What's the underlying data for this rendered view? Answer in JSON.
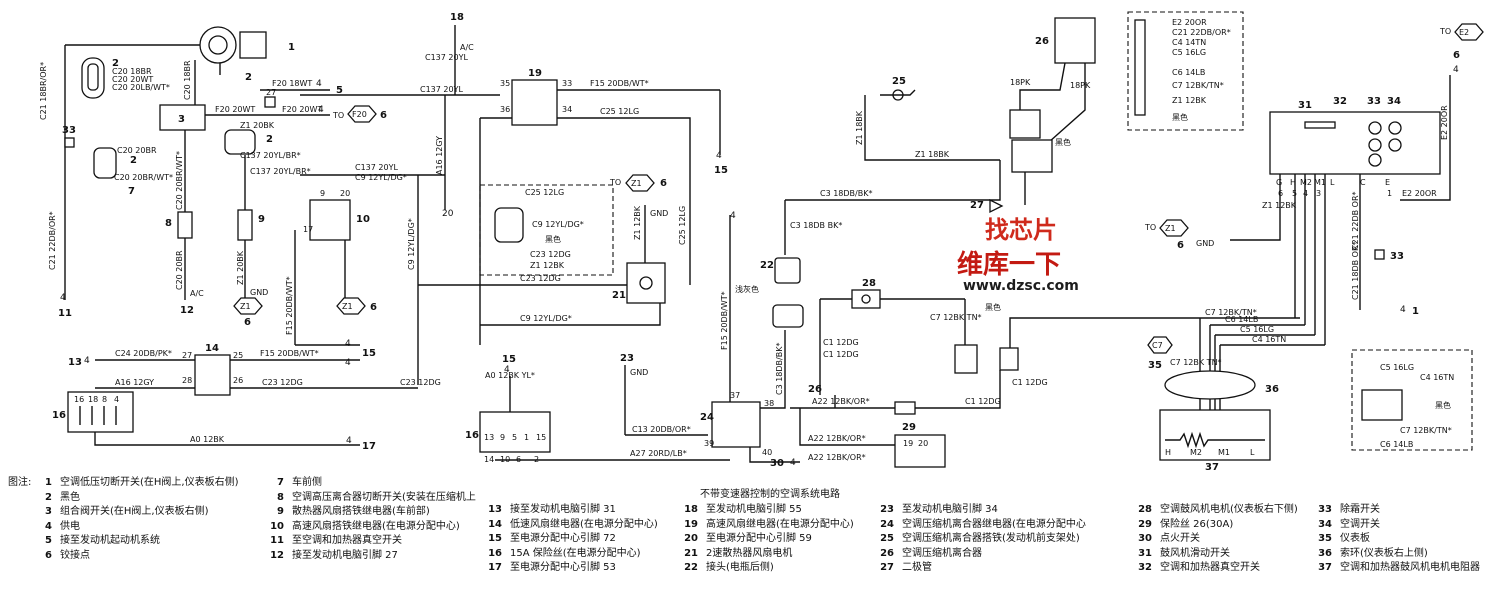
{
  "diagram": {
    "center_caption": "不带变速器控制的空调系统电路",
    "wires": {
      "c21_18br_or": "C21 18BR/OR*",
      "c20_18br": "C20 18BR",
      "c20_20wt": "C20 20WT",
      "c20_20lb_wt": "C20 20LB/WT*",
      "c20_18br_b": "C20 18BR",
      "f20_18wt": "F20 18WT",
      "f20_20wt_a": "F20 20WT",
      "f20_20wt_b": "F20 20WT",
      "z1_20bk": "Z1 20BK",
      "c137_20yl_br": "C137 20YL/BR*",
      "c137_20yl_a": "C137 20YL",
      "c137_20yl_b": "C137 20YL",
      "c137_20yl_c": "C137 20YL",
      "c137_20yl_br_b": "C137 20YL/BR*",
      "c9_12yl_dg": "C9 12YL/DG*",
      "c20_20br": "C20 20BR",
      "c20_20br_wt": "C20 20BR/WT*",
      "c20_20br_wt_b": "C20 20BR/WT*",
      "c21_22db_or": "C21 22DB/OR*",
      "c20_20br_c": "C20 20BR",
      "z1_20bk_b": "Z1 20BK",
      "ac_a": "A/C",
      "ac_b": "A/C",
      "gnd_a": "GND",
      "f15_20db_wt_v": "F15 20DB/WT*",
      "a16_12gy": "A16 12GY",
      "c9_12yl_dg_v": "C9 12YL/DG*",
      "f15_20db_wt_top": "F15 20DB/WT*",
      "c25_12lg": "C25 12LG",
      "c25_12lg_b": "C25 12LG",
      "c9_12yl_dg_b": "C9 12YL/DG*",
      "black_a": "黑色",
      "c23_12dg": "C23 12DG",
      "z1_12bk": "Z1 12BK",
      "z1_12bk_v": "Z1 12BK",
      "gnd_b": "GND",
      "c25_12lg_v": "C25 12LG",
      "c23_12dg_h": "C23 12DG",
      "c9_12yl_dg_h": "C9 12YL/DG*",
      "c24_20db_pk": "C24 20DB/PK*",
      "f15_20db_wt_h": "F15 20DB/WT*",
      "a16_12gy_b": "A16 12GY",
      "c23_12dg_b": "C23 12DG",
      "c23_12dg_c": "C23 12DG",
      "a0_12bk": "A0 12BK",
      "a0_12bk_yl": "A0 12BK YL*",
      "gnd_c": "GND",
      "c13_20db_or": "C13 20DB/OR*",
      "a27_20rd_lb": "A27 20RD/LB*",
      "f15_20db_wt_d": "F15 20DB/WT*",
      "c3_18db_bk": "C3 18DB/BK*",
      "c3_18db_bk_v": "C3 18DB BK*",
      "c3_18db_bk_b": "C3 18DB/BK*",
      "gray_a": "浅灰色",
      "z1_18bk": "Z1 18BK",
      "z1_18bk_h": "Z1 18BK",
      "pk_18": "18PK",
      "pk_18_b": "18PK",
      "black_b": "黑色",
      "c1_12dg": "C1 12DG",
      "c1_12dg_b": "C1 12DG",
      "c1_12dg_c": "C1 12DG",
      "c1_12dg_d": "C1 12DG",
      "c7_12bk_tn": "C7 12BK TN*",
      "black_c": "黑色",
      "a22_12bk_or_a": "A22 12BK/OR*",
      "a22_12bk_or_b": "A22 12BK/OR*",
      "a22_12bk_or_c": "A22 12BK/OR*",
      "c7_12bk_tn_h": "C7 12BK/TN*",
      "c6_14lb": "C6 14LB",
      "c5_16lg": "C5 16LG",
      "c4_16tn": "C4 16TN",
      "c7_12bk_tn_b": "C7 12BK TN*",
      "e2_20or_a": "E2 20OR",
      "c21_22db_or_b": "C21 22DB/OR*",
      "c4_14tn": "C4 14TN",
      "c5_16lg_b": "C5 16LG",
      "c6_14lb_b": "C6 14LB",
      "c7_12bk_tn_c": "C7 12BK/TN*",
      "z1_12bk_b": "Z1 12BK",
      "black_d": "黑色",
      "e2_20or_b": "E2 20OR",
      "e2_20or_c": "E2 20OR",
      "c21_22db_or_v": "C21 22DB OR*",
      "c21_18db_or": "C21 18DB OR*",
      "z1_12bk_c": "Z1 12BK",
      "gnd_d": "GND",
      "to": "TO",
      "c5_16lg_c": "C5 16LG",
      "c4_16tn_b": "C4 16TN",
      "c7_12bk_tn_d": "C7 12BK/TN*",
      "c6_14lb_c": "C6 14LB",
      "black_e": "黑色"
    },
    "terminals": {
      "t_g": "G",
      "t_h": "H",
      "t_m2": "M2",
      "t_m1": "M1",
      "t_l": "L",
      "t_c": "C",
      "t_e": "E",
      "t_6": "6",
      "t_5": "5",
      "t_4": "4",
      "t_3": "3",
      "t_1": "1",
      "m_h": "H",
      "m_m2": "M2",
      "m_m1": "M1",
      "m_l": "L"
    },
    "bubbles": {
      "f20_6": "F20",
      "z1_6a": "Z1",
      "z1_6b": "Z1",
      "z1_6c": "Z1",
      "z1_6d": "Z1",
      "c7_35": "C7",
      "e2_6": "E2"
    }
  },
  "brand": {
    "line1": "找芯片",
    "line2": "维库一下",
    "line3": "www.dzsc.com"
  },
  "legend": {
    "title": "图注:",
    "col1": [
      {
        "num": "1",
        "text": "空调低压切断开关(在H阀上,仪表板右侧)"
      },
      {
        "num": "2",
        "text": "黑色"
      },
      {
        "num": "3",
        "text": "组合阀开关(在H阀上,仪表板右侧)"
      },
      {
        "num": "4",
        "text": "供电"
      },
      {
        "num": "5",
        "text": "接至发动机起动机系统"
      },
      {
        "num": "6",
        "text": "铰接点"
      }
    ],
    "col2": [
      {
        "num": "7",
        "text": "车前侧"
      },
      {
        "num": "8",
        "text": "空调高压离合器切断开关(安装在压缩机上"
      },
      {
        "num": "9",
        "text": "散热器风扇搭铁继电器(车前部)"
      },
      {
        "num": "10",
        "text": "高速风扇搭铁继电器(在电源分配中心)"
      },
      {
        "num": "11",
        "text": "至空调和加热器真空开关"
      },
      {
        "num": "12",
        "text": "接至发动机电脑引脚 27"
      }
    ],
    "col3": [
      {
        "num": "13",
        "text": "接至发动机电脑引脚 31"
      },
      {
        "num": "14",
        "text": "低速风扇继电器(在电源分配中心)"
      },
      {
        "num": "15",
        "text": "至电源分配中心引脚 72"
      },
      {
        "num": "16",
        "text": "15A 保险丝(在电源分配中心)"
      },
      {
        "num": "17",
        "text": "至电源分配中心引脚 53"
      }
    ],
    "col4": [
      {
        "num": "18",
        "text": "至发动机电脑引脚 55"
      },
      {
        "num": "19",
        "text": "高速风扇继电器(在电源分配中心)"
      },
      {
        "num": "20",
        "text": "至电源分配中心引脚 59"
      },
      {
        "num": "21",
        "text": "2速散热器风扇电机"
      },
      {
        "num": "22",
        "text": "接头(电瓶后侧)"
      }
    ],
    "col5": [
      {
        "num": "23",
        "text": "至发动机电脑引脚 34"
      },
      {
        "num": "24",
        "text": "空调压缩机离合器继电器(在电源分配中心"
      },
      {
        "num": "25",
        "text": "空调压缩机离合器搭铁(发动机前支架处)"
      },
      {
        "num": "26",
        "text": "空调压缩机离合器"
      },
      {
        "num": "27",
        "text": "二极管"
      }
    ],
    "col6": [
      {
        "num": "28",
        "text": "空调鼓风机电机(仪表板右下侧)"
      },
      {
        "num": "29",
        "text": "保险丝 26(30A)"
      },
      {
        "num": "30",
        "text": "点火开关"
      },
      {
        "num": "31",
        "text": "鼓风机滑动开关"
      },
      {
        "num": "32",
        "text": "空调和加热器真空开关"
      }
    ],
    "col7": [
      {
        "num": "33",
        "text": "除霜开关"
      },
      {
        "num": "34",
        "text": "空调开关"
      },
      {
        "num": "35",
        "text": "仪表板"
      },
      {
        "num": "36",
        "text": "索环(仪表板右上侧)"
      },
      {
        "num": "37",
        "text": "空调和加热器鼓风机电机电阻器"
      }
    ]
  }
}
